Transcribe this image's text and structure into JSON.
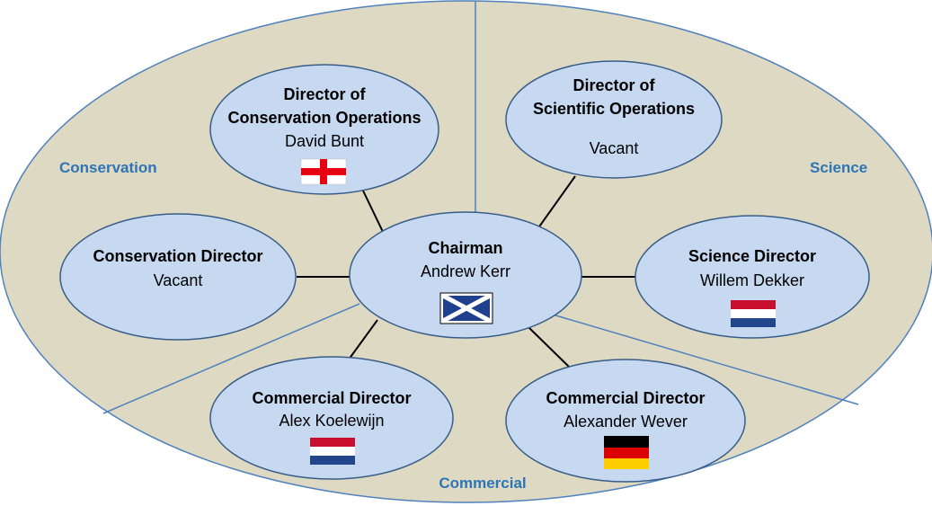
{
  "colors": {
    "outer_fill": "#ddd9c3",
    "outer_stroke": "#4f81bd",
    "node_fill": "#c6d9f1",
    "node_stroke": "#385d8a",
    "connector": "#000000",
    "sector_label": "#2e75b6"
  },
  "sectors": {
    "conservation": "Conservation",
    "science": "Science",
    "commercial": "Commercial"
  },
  "nodes": {
    "chairman": {
      "title": "Chairman",
      "name": "Andrew Kerr",
      "flag": "scotland-flag"
    },
    "dir_conservation_ops": {
      "title_line1": "Director of",
      "title_line2": "Conservation Operations",
      "name": "David Bunt",
      "flag": "england-flag"
    },
    "dir_scientific_ops": {
      "title_line1": "Director of",
      "title_line2": "Scientific Operations",
      "name": "Vacant"
    },
    "conservation_director": {
      "title": "Conservation Director",
      "name": "Vacant"
    },
    "science_director": {
      "title": "Science Director",
      "name": "Willem Dekker",
      "flag": "netherlands-flag"
    },
    "commercial_director_1": {
      "title": "Commercial Director",
      "name": "Alex Koelewijn",
      "flag": "netherlands-flag"
    },
    "commercial_director_2": {
      "title": "Commercial Director",
      "name": "Alexander Wever",
      "flag": "germany-flag"
    }
  }
}
